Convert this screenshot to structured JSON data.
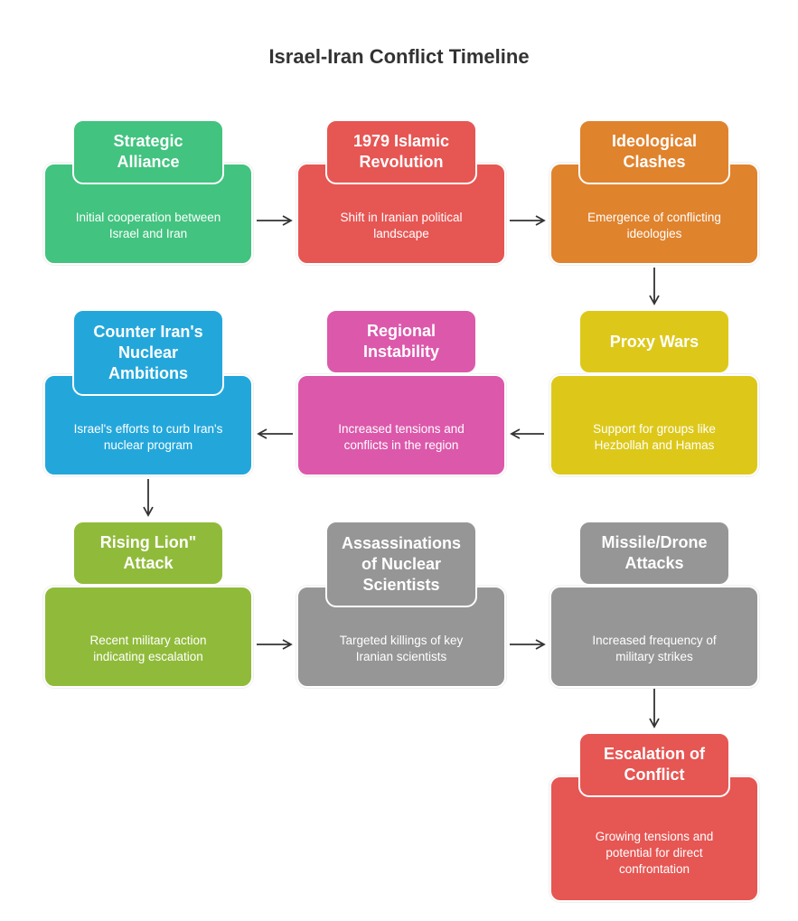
{
  "title": "Israel-Iran Conflict Timeline",
  "colors": {
    "green": "#42c37f",
    "red": "#e65653",
    "orange": "#e0832d",
    "yellow": "#ddc81a",
    "pink": "#dc58ab",
    "blue": "#23a7db",
    "olive": "#90bb3a",
    "gray": "#969696",
    "arrow": "#333333"
  },
  "nodes": [
    {
      "id": "strategic-alliance",
      "heading": "Strategic Alliance",
      "text": "Initial cooperation between Israel and Iran",
      "color": "#42c37f"
    },
    {
      "id": "islamic-revolution",
      "heading": "1979 Islamic Revolution",
      "text": "Shift in Iranian political landscape",
      "color": "#e65653"
    },
    {
      "id": "ideological-clashes",
      "heading": "Ideological Clashes",
      "text": "Emergence of conflicting ideologies",
      "color": "#e0832d"
    },
    {
      "id": "proxy-wars",
      "heading": "Proxy Wars",
      "text": "Support for groups like Hezbollah and Hamas",
      "color": "#ddc81a"
    },
    {
      "id": "regional-instability",
      "heading": "Regional Instability",
      "text": "Increased tensions and conflicts in the region",
      "color": "#dc58ab"
    },
    {
      "id": "counter-nuclear",
      "heading": "Counter Iran's Nuclear Ambitions",
      "text": "Israel's efforts to curb Iran's nuclear program",
      "color": "#23a7db"
    },
    {
      "id": "rising-lion",
      "heading": "Rising Lion\" Attack",
      "text": "Recent military action indicating escalation",
      "color": "#90bb3a"
    },
    {
      "id": "assassinations",
      "heading": "Assassinations of Nuclear Scientists",
      "text": "Targeted killings of key Iranian scientists",
      "color": "#969696"
    },
    {
      "id": "missile-drone",
      "heading": "Missile/Drone Attacks",
      "text": "Increased frequency of military strikes",
      "color": "#969696"
    },
    {
      "id": "escalation",
      "heading": "Escalation of Conflict",
      "text": "Growing tensions and potential for direct confrontation",
      "color": "#e65653"
    }
  ]
}
